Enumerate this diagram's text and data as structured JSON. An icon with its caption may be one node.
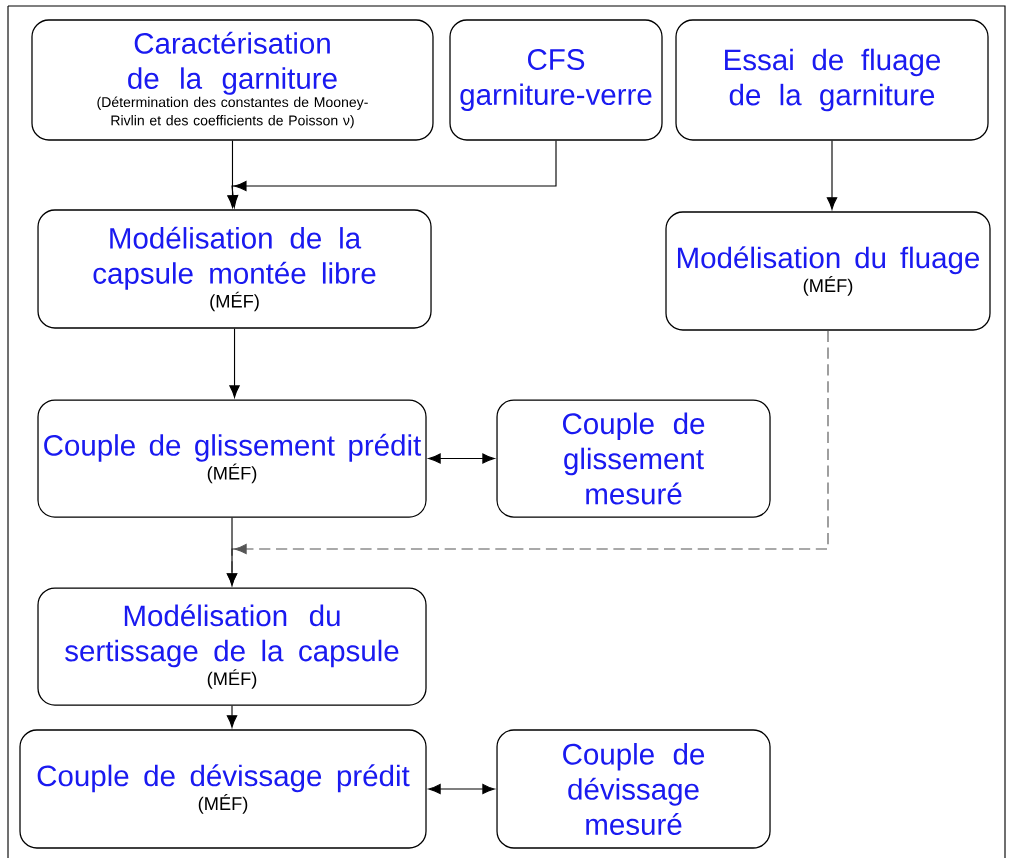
{
  "diagram": {
    "nodes": [
      {
        "text": [
          "Caractérisation de la garniture",
          "(Détermination des constantes de Mooney-Rivlin et des coefficients de Poisson ν)"
        ]
      },
      {
        "text": [
          "CFS garniture-verre"
        ]
      },
      {
        "text": [
          "Essai de fluage de la garniture"
        ]
      },
      {
        "text": [
          "Modélisation de la capsule montée libre",
          "(MÉF)"
        ]
      },
      {
        "text": [
          "Modélisation du fluage",
          "(MÉF)"
        ]
      },
      {
        "text": [
          "Couple de glissement prédit",
          "(MÉF)"
        ]
      },
      {
        "text": [
          "Couple de glissement mesuré"
        ]
      },
      {
        "text": [
          "Modélisation du sertissage de la capsule",
          "(MÉF)"
        ]
      },
      {
        "text": [
          "Couple de dévissage prédit",
          "(MÉF)"
        ]
      },
      {
        "text": [
          "Couple de dévissage mesuré"
        ]
      }
    ],
    "edges": [
      {
        "from": 0,
        "to": 3,
        "arrow": "to"
      },
      {
        "from": 1,
        "to": 3,
        "arrow": "to"
      },
      {
        "from": 2,
        "to": 4,
        "arrow": "to"
      },
      {
        "from": 3,
        "to": 5,
        "arrow": "to"
      },
      {
        "from": 5,
        "to": 6,
        "arrow": "both"
      },
      {
        "from": 4,
        "to": 7,
        "arrow": "to",
        "style": "dashed",
        "color": "#555555"
      },
      {
        "from": 5,
        "to": 7,
        "arrow": "to"
      },
      {
        "from": 7,
        "to": 8,
        "arrow": "to"
      },
      {
        "from": 8,
        "to": 9,
        "arrow": "both"
      }
    ]
  }
}
